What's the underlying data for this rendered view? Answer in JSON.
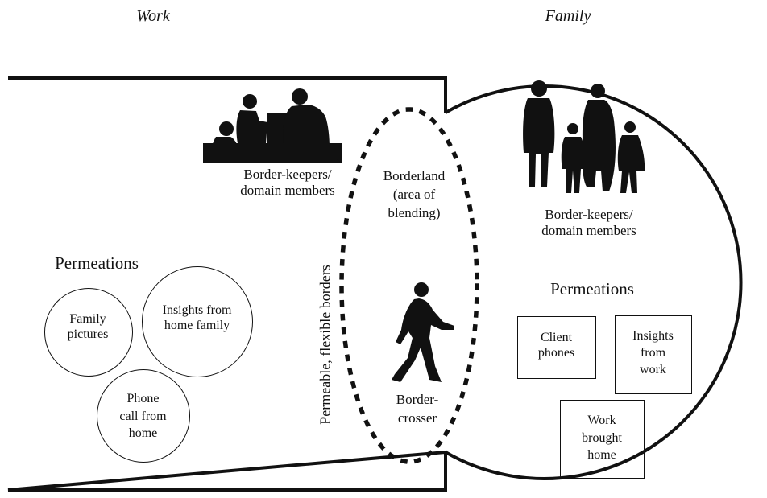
{
  "headings": {
    "work": "Work",
    "family": "Family"
  },
  "work_domain": {
    "border_keepers": "Border-keepers/\ndomain members",
    "permeations_title": "Permeations",
    "permeations": [
      "Family\npictures",
      "Insights from\nhome family",
      "Phone\ncall from\nhome"
    ]
  },
  "borderland": {
    "label": "Borderland\n(area of\nblending)",
    "border_label": "Permeable, flexible borders",
    "crosser_label": "Border-\ncrosser"
  },
  "family_domain": {
    "border_keepers": "Border-keepers/\ndomain members",
    "permeations_title": "Permeations",
    "permeations": [
      "Client\nphones",
      "Insights\nfrom\nwork",
      "Work\nbrought\nhome"
    ]
  },
  "icons": [
    "office-workers-silhouette-icon",
    "family-silhouette-icon",
    "walking-person-icon"
  ],
  "colors": {
    "ink": "#111111",
    "background": "#ffffff"
  }
}
